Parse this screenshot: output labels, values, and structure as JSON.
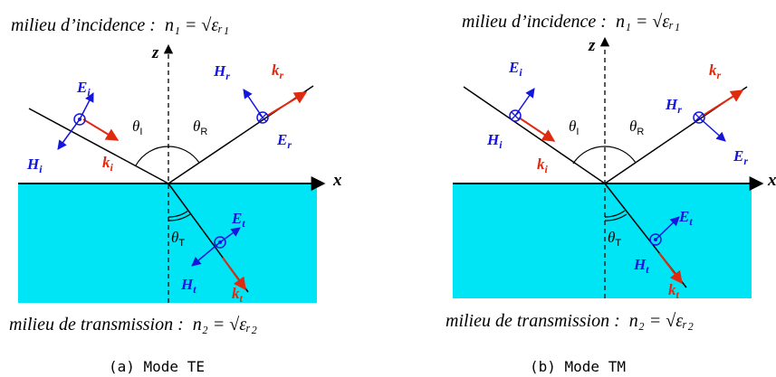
{
  "incidence_medium": "milieu d’incidence :",
  "incidence_eq": "n₁ = √εᵣ₁",
  "transmission_medium": "milieu de transmission :",
  "transmission_eq": "n₂ = √εᵣ₂",
  "axis_x": "x",
  "axis_z": "z",
  "colors": {
    "medium": "#00e5f5",
    "field": "#1515e0",
    "wave": "#e02a10"
  },
  "angles": {
    "incident": {
      "sym": "θ",
      "sub": "I"
    },
    "reflected": {
      "sym": "θ",
      "sub": "R"
    },
    "transmitted": {
      "sym": "θ",
      "sub": "T"
    }
  },
  "vectors": {
    "E_i": {
      "sym": "E",
      "sub": "i"
    },
    "H_i": {
      "sym": "H",
      "sub": "i"
    },
    "k_i": {
      "sym": "k",
      "sub": "i"
    },
    "E_r": {
      "sym": "E",
      "sub": "r"
    },
    "H_r": {
      "sym": "H",
      "sub": "r"
    },
    "k_r": {
      "sym": "k",
      "sub": "r"
    },
    "E_t": {
      "sym": "E",
      "sub": "t"
    },
    "H_t": {
      "sym": "H",
      "sub": "t"
    },
    "k_t": {
      "sym": "k",
      "sub": "t"
    }
  },
  "caption_a": "(a) Mode TE",
  "caption_b": "(b) Mode TM"
}
